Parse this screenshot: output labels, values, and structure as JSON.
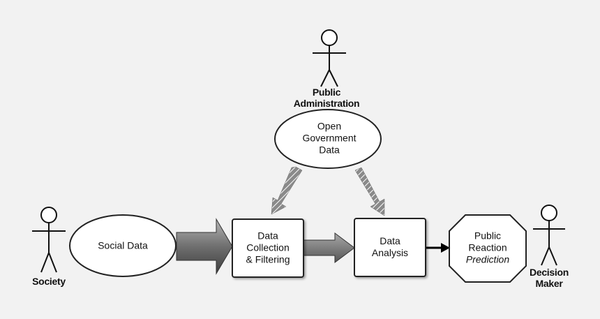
{
  "actors": {
    "public_administration": [
      "Public",
      "Administration"
    ],
    "society": [
      "Society"
    ],
    "decision_maker": [
      "Decision",
      "Maker"
    ]
  },
  "nodes": {
    "open_government_data": [
      "Open",
      "Government",
      "Data"
    ],
    "social_data": [
      "Social Data"
    ],
    "data_collection": [
      "Data",
      "Collection",
      "& Filtering"
    ],
    "data_analysis": [
      "Data",
      "Analysis"
    ],
    "public_reaction_prediction": [
      "Public",
      "Reaction",
      "Prediction"
    ]
  }
}
